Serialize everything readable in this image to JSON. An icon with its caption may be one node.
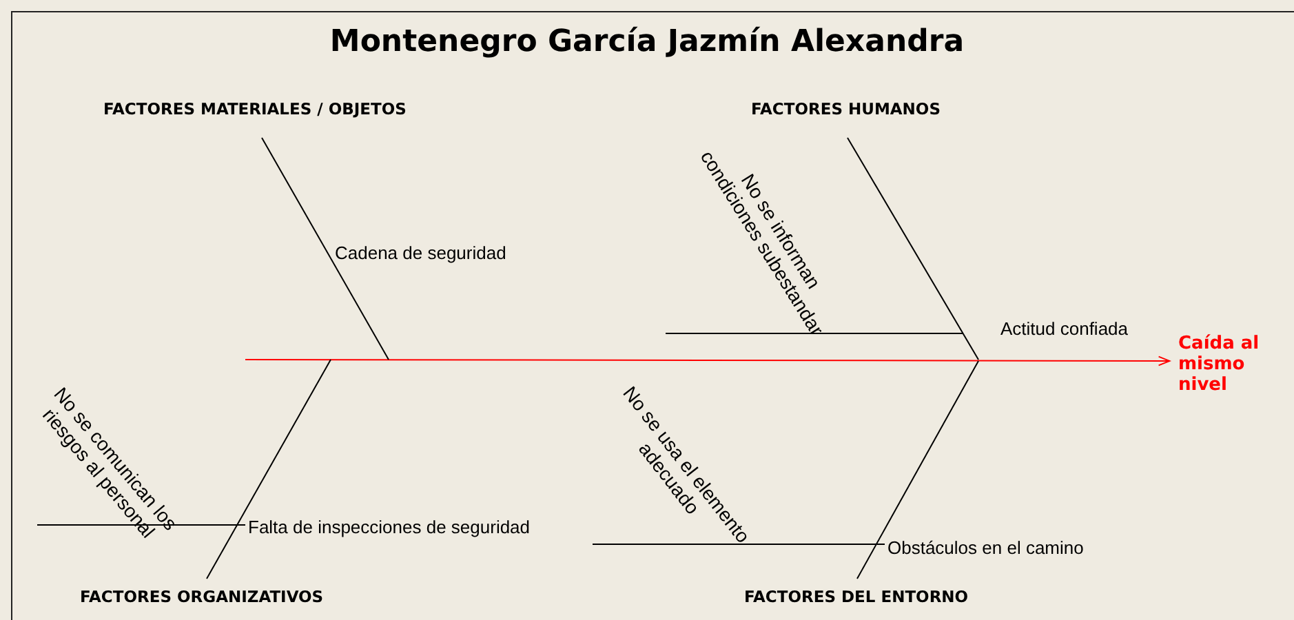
{
  "diagram": {
    "title": "Montenegro García Jazmín Alexandra",
    "nodes": [
      {
        "text": [
          "Caída al mismo nivel"
        ]
      },
      {
        "text": [
          "FACTORES MATERIALES / OBJETOS"
        ]
      },
      {
        "text": [
          "Cadena de seguridad"
        ]
      },
      {
        "text": [
          "FACTORES HUMANOS"
        ]
      },
      {
        "text": [
          "Actitud confiada"
        ]
      },
      {
        "text": [
          "No se informan condiciones subestandar"
        ]
      },
      {
        "text": [
          "FACTORES ORGANIZATIVOS"
        ]
      },
      {
        "text": [
          "Falta de inspecciones de seguridad"
        ]
      },
      {
        "text": [
          "No se comunican los riesgos al personal"
        ]
      },
      {
        "text": [
          "FACTORES DEL ENTORNO"
        ]
      },
      {
        "text": [
          "Obstáculos en el camino"
        ]
      },
      {
        "text": [
          "No se usa el elemento adecuado"
        ]
      }
    ],
    "edges": [
      {
        "from": null,
        "to": 0,
        "arrow": "to",
        "color": "#ff0000"
      },
      {
        "from": 1,
        "to": null,
        "arrow": "none"
      },
      {
        "from": 3,
        "to": null,
        "arrow": "none"
      },
      {
        "from": 6,
        "to": null,
        "arrow": "none"
      },
      {
        "from": 9,
        "to": null,
        "arrow": "none"
      },
      {
        "from": 5,
        "to": 4,
        "arrow": "none"
      },
      {
        "from": 8,
        "to": 7,
        "arrow": "none"
      },
      {
        "from": 11,
        "to": 10,
        "arrow": "none"
      }
    ]
  }
}
